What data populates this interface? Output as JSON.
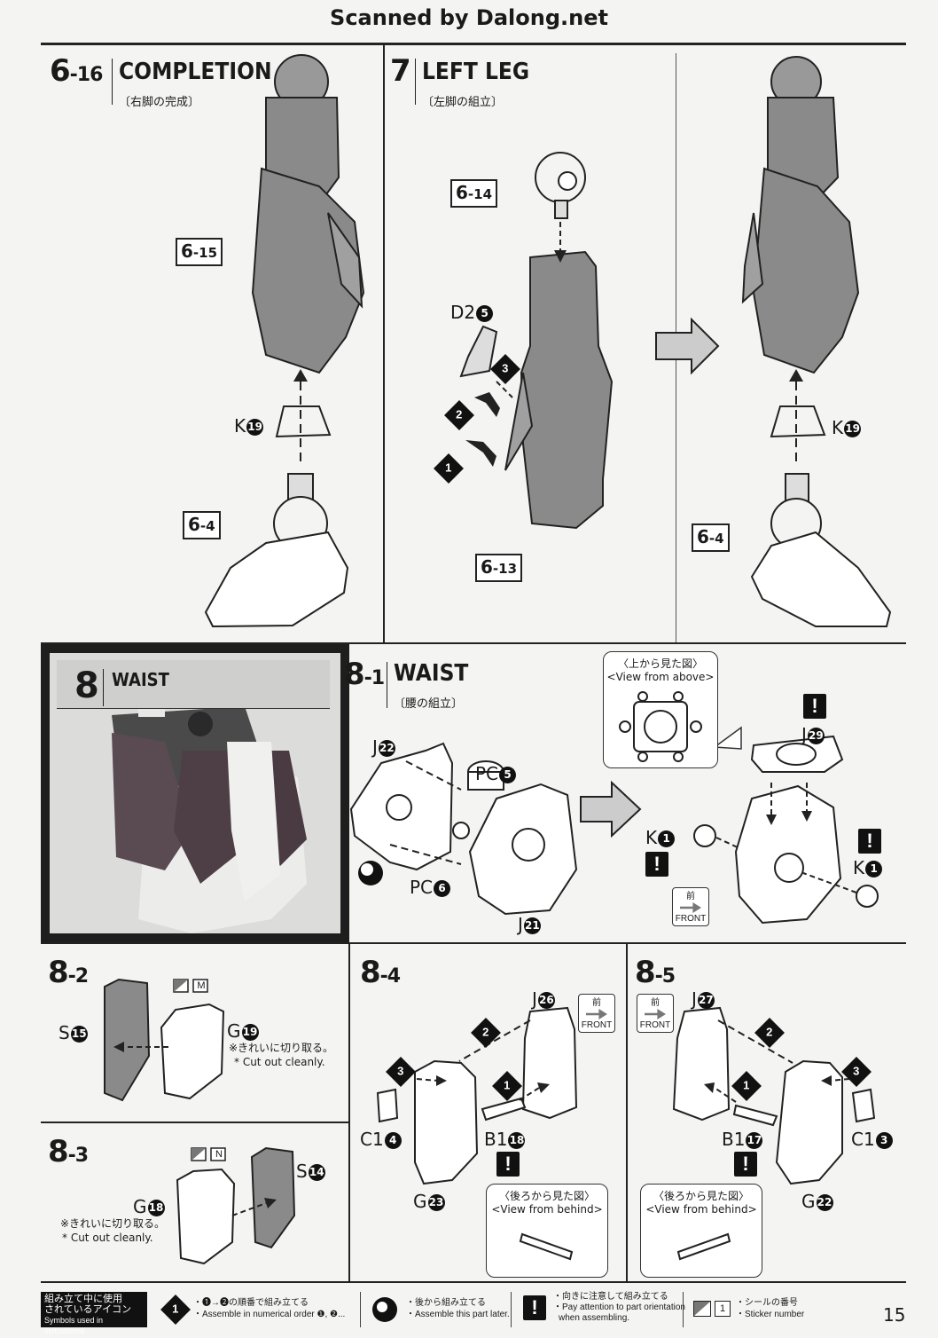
{
  "header": {
    "watermark": "Scanned by Dalong.net"
  },
  "step_6_16": {
    "number": "6",
    "sub": "-16",
    "title": "COMPLETION",
    "jp": "〔右脚の完成〕",
    "tags": {
      "t1": "6",
      "t1s": "-15",
      "t2": "6",
      "t2s": "-4"
    },
    "part_k": "K",
    "part_k_num": "19"
  },
  "step_7": {
    "number": "7",
    "title": "LEFT LEG",
    "jp": "〔左脚の組立〕",
    "tags": {
      "t1": "6",
      "t1s": "-14",
      "t2": "6",
      "t2s": "-13"
    },
    "part_d": "D2",
    "part_d_num": "5",
    "order": [
      "1",
      "2",
      "3"
    ]
  },
  "step_7_result": {
    "part_k": "K",
    "part_k_num": "19",
    "tag": "6",
    "tags": "-4"
  },
  "step_8": {
    "number": "8",
    "title": "WAIST"
  },
  "step_8_1": {
    "number": "8",
    "sub": "-1",
    "title": "WAIST",
    "jp": "〔腰の組立〕",
    "parts": {
      "j22": "J",
      "j22n": "22",
      "pc5": "PC",
      "pc5n": "5",
      "pc6": "PC",
      "pc6n": "6",
      "j21": "J",
      "j21n": "21",
      "j29": "J",
      "j29n": "29",
      "k1a": "K",
      "k1an": "1",
      "k1b": "K",
      "k1bn": "1"
    },
    "view_above_jp": "〈上から見た図〉",
    "view_above_en": "<View from above>",
    "front_jp": "前",
    "front_en": "FRONT"
  },
  "step_8_2": {
    "number": "8",
    "sub": "-2",
    "s": "S",
    "sn": "15",
    "g": "G",
    "gn": "19",
    "sticker": "M",
    "note_jp": "※きれいに切り取る。",
    "note_en": "* Cut out cleanly."
  },
  "step_8_3": {
    "number": "8",
    "sub": "-3",
    "s": "S",
    "sn": "14",
    "g": "G",
    "gn": "18",
    "sticker": "N",
    "note_jp": "※きれいに切り取る。",
    "note_en": "* Cut out cleanly."
  },
  "step_8_4": {
    "number": "8",
    "sub": "-4",
    "j": "J",
    "jn": "26",
    "c": "C1",
    "cn": "4",
    "b": "B1",
    "bn": "18",
    "g": "G",
    "gn": "23",
    "front_jp": "前",
    "front_en": "FRONT",
    "view_jp": "〈後ろから見た図〉",
    "view_en": "<View from behind>"
  },
  "step_8_5": {
    "number": "8",
    "sub": "-5",
    "j": "J",
    "jn": "27",
    "c": "C1",
    "cn": "3",
    "b": "B1",
    "bn": "17",
    "g": "G",
    "gn": "22",
    "front_jp": "前",
    "front_en": "FRONT",
    "view_jp": "〈後ろから見た図〉",
    "view_en": "<View from behind>"
  },
  "footer": {
    "title_jp1": "組み立て中に使用",
    "title_jp2": "されているアイコン",
    "title_en": "Symbols used in instructions",
    "icon1_jp": "・❶→❷の順番で組み立てる",
    "icon1_en": "・Assemble in numerical order ❶, ❷...",
    "icon2_jp": "・後から組み立てる",
    "icon2_en": "・Assemble this part later.",
    "icon3_jp": "・向きに注意して組み立てる",
    "icon3_en1": "・Pay attention to part orientation",
    "icon3_en2": "when assembling.",
    "icon4_num": "1",
    "icon4_jp": "・シールの番号",
    "icon4_en": "・Sticker number"
  },
  "page_number": "15"
}
